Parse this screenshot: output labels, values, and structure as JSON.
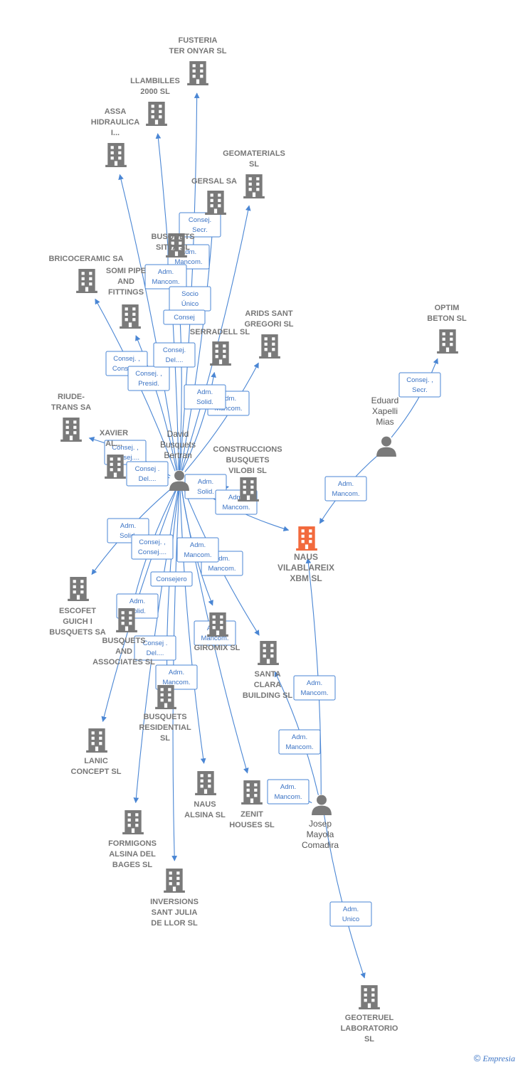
{
  "colors": {
    "node": "#7a7a7a",
    "focus": "#f26a3d",
    "edge": "#4a86d4",
    "label_text": "#3b73c4"
  },
  "nodes": {
    "fusteria": {
      "kind": "company",
      "icon": "building-icon",
      "label": [
        "FUSTERIA",
        "TER ONYAR  SL"
      ]
    },
    "llambilles": {
      "kind": "company",
      "icon": "building-icon",
      "label": [
        "LLAMBILLES",
        "2000  SL"
      ]
    },
    "assa": {
      "kind": "company",
      "icon": "building-icon",
      "label": [
        "ASSA",
        "HIDRAULICA",
        "I..."
      ]
    },
    "geomaterials": {
      "kind": "company",
      "icon": "building-icon",
      "label": [
        "GEOMATERIALS",
        "SL"
      ]
    },
    "gersal": {
      "kind": "company",
      "icon": "building-icon",
      "label": [
        "GERSAL SA"
      ]
    },
    "busquets_sitja": {
      "kind": "company",
      "icon": "building-icon",
      "label": [
        "BUSQUETS",
        "SITJA SL"
      ]
    },
    "bricoceramic": {
      "kind": "company",
      "icon": "building-icon",
      "label": [
        "BRICOCERAMIC SA"
      ]
    },
    "somi": {
      "kind": "company",
      "icon": "building-icon",
      "label": [
        "SOMI PIPE",
        "AND",
        "FITTINGS"
      ]
    },
    "arids": {
      "kind": "company",
      "icon": "building-icon",
      "label": [
        "ARIDS SANT",
        "GREGORI  SL"
      ]
    },
    "serradell": {
      "kind": "company",
      "icon": "building-icon",
      "label": [
        "SERRADELL SL"
      ]
    },
    "optim": {
      "kind": "company",
      "icon": "building-icon",
      "label": [
        "OPTIM",
        "BETON SL"
      ]
    },
    "riude": {
      "kind": "company",
      "icon": "building-icon",
      "label": [
        "RIUDE-",
        "TRANS SA"
      ]
    },
    "xavier": {
      "kind": "company",
      "icon": "building-icon",
      "label": [
        "XAVIER",
        "AL..."
      ]
    },
    "construccions": {
      "kind": "company",
      "icon": "building-icon",
      "label": [
        "CONSTRUCCIONS",
        "BUSQUETS",
        "VILOBI  SL"
      ]
    },
    "naus_vilablareix": {
      "kind": "focus",
      "icon": "building-icon",
      "label": [
        "NAUS",
        "VILABLAREIX",
        "XBM  SL"
      ]
    },
    "escofet": {
      "kind": "company",
      "icon": "building-icon",
      "label": [
        "ESCOFET",
        "GUICH I",
        "BUSQUETS SA"
      ]
    },
    "busquets_assoc": {
      "kind": "company",
      "icon": "building-icon",
      "label": [
        "BUSQUETS",
        "AND",
        "ASSOCIATES SL"
      ]
    },
    "giromix": {
      "kind": "company",
      "icon": "building-icon",
      "label": [
        "GIROMIX SL"
      ]
    },
    "santa_clara": {
      "kind": "company",
      "icon": "building-icon",
      "label": [
        "SANTA",
        "CLARA",
        "BUILDING  SL"
      ]
    },
    "busquets_residential": {
      "kind": "company",
      "icon": "building-icon",
      "label": [
        "BUSQUETS",
        "RESIDENTIAL",
        "SL"
      ]
    },
    "lanic": {
      "kind": "company",
      "icon": "building-icon",
      "label": [
        "LANIC",
        "CONCEPT SL"
      ]
    },
    "naus_alsina": {
      "kind": "company",
      "icon": "building-icon",
      "label": [
        "NAUS",
        "ALSINA SL"
      ]
    },
    "zenit": {
      "kind": "company",
      "icon": "building-icon",
      "label": [
        "ZENIT",
        "HOUSES  SL"
      ]
    },
    "formigons": {
      "kind": "company",
      "icon": "building-icon",
      "label": [
        "FORMIGONS",
        "ALSINA DEL",
        "BAGES  SL"
      ]
    },
    "inversions": {
      "kind": "company",
      "icon": "building-icon",
      "label": [
        "INVERSIONS",
        "SANT JULIA",
        "DE LLOR SL"
      ]
    },
    "geoteruel": {
      "kind": "company",
      "icon": "building-icon",
      "label": [
        "GEOTERUEL",
        "LABORATORIO",
        "SL"
      ]
    },
    "david": {
      "kind": "person",
      "icon": "person-icon",
      "label": [
        "David",
        "Busquets",
        "Bertran"
      ]
    },
    "eduard": {
      "kind": "person",
      "icon": "person-icon",
      "label": [
        "Eduard",
        "Xapelli",
        "Mias"
      ]
    },
    "josep": {
      "kind": "person",
      "icon": "person-icon",
      "label": [
        "Josep",
        "Mayola",
        "Comadira"
      ]
    }
  },
  "edges": [
    {
      "from": "david",
      "to": "fusteria",
      "label": []
    },
    {
      "from": "david",
      "to": "llambilles",
      "label": []
    },
    {
      "from": "david",
      "to": "assa",
      "label": []
    },
    {
      "from": "david",
      "to": "geomaterials",
      "label": []
    },
    {
      "from": "david",
      "to": "gersal",
      "label": [
        "Consej.",
        "Secr."
      ]
    },
    {
      "from": "david",
      "to": "busquets_sitja",
      "label": [
        "Adm.",
        "Mancom."
      ]
    },
    {
      "from": "david",
      "to": "bricoceramic",
      "label": [
        "Consej. ,",
        "Consej...."
      ]
    },
    {
      "from": "david",
      "to": "somi",
      "label": [
        "Consej. ,",
        "Presid."
      ]
    },
    {
      "from": "david",
      "to": "arids",
      "label": [
        "Adm.",
        "Mancom."
      ]
    },
    {
      "from": "david",
      "to": "serradell",
      "label": [
        "Adm.",
        "Solid."
      ]
    },
    {
      "from": "david",
      "to": "riude",
      "label": [
        "Consej. ,",
        "Consej...."
      ]
    },
    {
      "from": "david",
      "to": "xavier",
      "label": [
        "Consej .",
        "Del...."
      ]
    },
    {
      "from": "david",
      "to": "construccions",
      "label": [
        "Adm.",
        "Solid."
      ]
    },
    {
      "from": "david",
      "to": "naus_vilablareix",
      "label": [
        "Adm.",
        "Mancom."
      ]
    },
    {
      "from": "david",
      "to": "escofet",
      "label": [
        "Adm.",
        "Solid."
      ]
    },
    {
      "from": "david",
      "to": "busquets_assoc",
      "label": [
        "Consej. ,",
        "Consej...."
      ]
    },
    {
      "from": "david",
      "to": "giromix",
      "label": [
        "Adm.",
        "Mancom."
      ]
    },
    {
      "from": "david",
      "to": "santa_clara",
      "label": [
        "Adm.",
        "Mancom."
      ]
    },
    {
      "from": "david",
      "to": "busquets_residential",
      "label": [
        "Consejero"
      ]
    },
    {
      "from": "david",
      "to": "lanic",
      "label": [
        "Adm.",
        "Solid."
      ]
    },
    {
      "from": "david",
      "to": "naus_alsina",
      "label": [
        "Adm.",
        "Mancom."
      ]
    },
    {
      "from": "david",
      "to": "zenit",
      "label": [
        "Adm.",
        "Mancom."
      ]
    },
    {
      "from": "david",
      "to": "formigons",
      "label": [
        "Consej .",
        "Del...."
      ]
    },
    {
      "from": "david",
      "to": "inversions",
      "label": [
        "Adm.",
        "Mancom."
      ]
    },
    {
      "from": "eduard",
      "to": "optim",
      "label": [
        "Consej. ,",
        "Secr."
      ]
    },
    {
      "from": "eduard",
      "to": "naus_vilablareix",
      "label": [
        "Adm.",
        "Mancom."
      ]
    },
    {
      "from": "josep",
      "to": "naus_vilablareix",
      "label": [
        "Adm.",
        "Mancom."
      ]
    },
    {
      "from": "josep",
      "to": "santa_clara",
      "label": [
        "Adm.",
        "Mancom."
      ]
    },
    {
      "from": "josep",
      "to": "zenit",
      "label": [
        "Adm.",
        "Mancom."
      ]
    },
    {
      "from": "josep",
      "to": "geoteruel",
      "label": [
        "Adm.",
        "Unico"
      ]
    }
  ],
  "extra_labels": [
    {
      "text": [
        "Adm.",
        "Mancom."
      ]
    },
    {
      "text": [
        "Socio",
        "Único"
      ]
    },
    {
      "text": [
        "Consej.",
        "Del...."
      ]
    },
    {
      "text": [
        "Consej"
      ]
    }
  ],
  "watermark": {
    "symbol": "©",
    "text": "Empresia"
  }
}
